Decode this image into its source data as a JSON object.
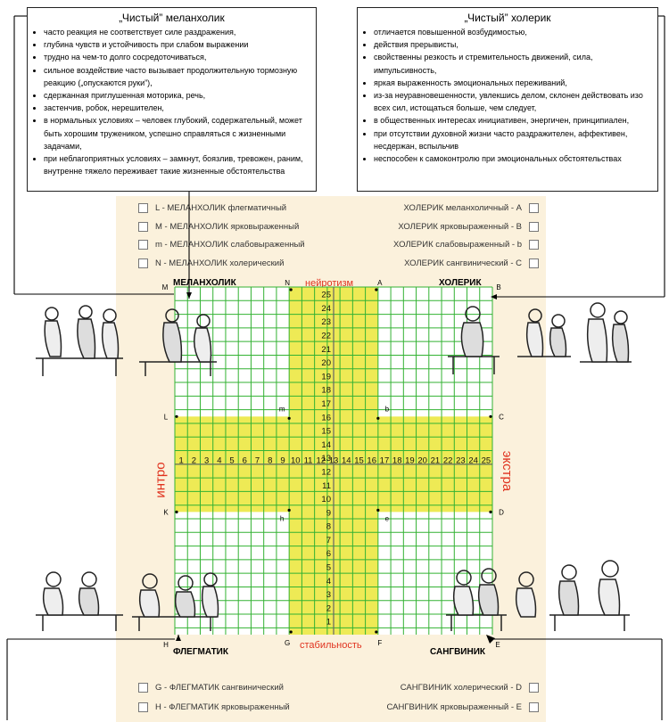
{
  "melancholic_box": {
    "title": "„Чистый” меланхолик",
    "items": [
      "часто реакция не соответствует силе раздражения,",
      "глубина чувств и устойчивость при слабом выражении",
      "трудно на чем-то долго сосредоточиваться,",
      "сильное воздействие часто вызывает продолжительную тормозную реакцию („опускаются руки”),",
      "сдержанная приглушенная моторика, речь,",
      "застенчив, робок, нерешителен,",
      "в нормальных условиях – человек глубокий, содержательный, может быть хорошим тружеником, успешно справляться с жизненными задачами,",
      "при неблагоприятных условиях – замкнут, боязлив, тревожен, раним, внутренне тяжело переживает такие жизненные обстоятельства"
    ]
  },
  "choleric_box": {
    "title": "„Чистый” холерик",
    "items": [
      "отличается повышенной возбудимостью,",
      "действия прерывисты,",
      "свойственны резкость и стремительность движений, сила, импульсивность,",
      "яркая выраженность эмоциональных переживаний,",
      "из-за неуравновешенности, увлекшись делом, склонен действовать изо всех сил, истощаться больше, чем следует,",
      "в общественных интересах инициативен, энергичен, принципиален,",
      "при отсутствии духовной жизни часто раздражителен, аффективен, несдержан, вспыльчив",
      "неспособен к самоконтролю при эмоциональных обстоятельствах"
    ]
  },
  "top_left_checks": [
    {
      "letter": "L",
      "text": "- МЕЛАНХОЛИК флегматичный"
    },
    {
      "letter": "M",
      "text": "- МЕЛАНХОЛИК ярковыраженный"
    },
    {
      "letter": "m",
      "text": "- МЕЛАНХОЛИК слабовыраженный"
    },
    {
      "letter": "N",
      "text": "- МЕЛАНХОЛИК холерический"
    }
  ],
  "top_right_checks": [
    {
      "text": "ХОЛЕРИК меланхоличный -",
      "letter": "A"
    },
    {
      "text": "ХОЛЕРИК ярковыраженный -",
      "letter": "B"
    },
    {
      "text": "ХОЛЕРИК слабовыраженный -",
      "letter": "b"
    },
    {
      "text": "ХОЛЕРИК сангвинический -",
      "letter": "C"
    }
  ],
  "bottom_left_checks": [
    {
      "letter": "G",
      "text": "- ФЛЕГМАТИК сангвинический"
    },
    {
      "letter": "H",
      "text": "- ФЛЕГМАТИК ярковыраженный"
    }
  ],
  "bottom_right_checks": [
    {
      "text": "САНГВИНИК холерический -",
      "letter": "D"
    },
    {
      "text": "САНГВИНИК ярковыраженный -",
      "letter": "E"
    }
  ],
  "quadrants": {
    "melancholic": "МЕЛАНХОЛИК",
    "choleric": "ХОЛЕРИК",
    "phlegmatic": "ФЛЕГМАТИК",
    "sanguine": "САНГВИНИК"
  },
  "axes": {
    "top": "нейротизм",
    "bottom": "стабильность",
    "left": "интро",
    "right": "экстра"
  },
  "grid": {
    "x_ticks": [
      "1",
      "2",
      "3",
      "4",
      "5",
      "6",
      "7",
      "8",
      "9",
      "10",
      "11",
      "12",
      "13",
      "14",
      "15",
      "16",
      "17",
      "18",
      "19",
      "20",
      "21",
      "22",
      "23",
      "24",
      "25"
    ],
    "y_ticks": [
      "1",
      "2",
      "3",
      "4",
      "5",
      "6",
      "7",
      "8",
      "9",
      "10",
      "11",
      "12",
      "13",
      "14",
      "15",
      "16",
      "17",
      "18",
      "19",
      "20",
      "21",
      "22",
      "23",
      "24",
      "25"
    ],
    "grid_color": "#33b233",
    "highlight_color": "#eeea55"
  },
  "point_labels": {
    "M": "M",
    "N": "N",
    "A": "A",
    "B": "B",
    "L": "L",
    "m": "m",
    "b": "b",
    "C": "C",
    "K": "K",
    "h": "h",
    "e": "e",
    "D": "D",
    "H": "H",
    "G": "G",
    "F": "F",
    "E": "E"
  },
  "colors": {
    "panel": "#fbf1dc",
    "accent_red": "#e0321e"
  }
}
